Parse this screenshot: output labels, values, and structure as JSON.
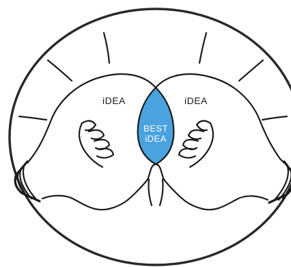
{
  "illustration": {
    "left_bulb_label": "iDEA",
    "right_bulb_label": "iDEA",
    "overlap_label_line1": "BEST",
    "overlap_label_line2": "iDEA",
    "overlap_color": "#4aa3df",
    "outline_color": "#1a1a1a",
    "background_color": "#ffffff"
  }
}
